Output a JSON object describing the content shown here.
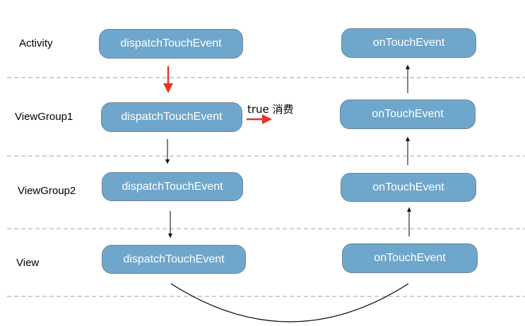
{
  "layers": [
    {
      "label": "Activity"
    },
    {
      "label": "ViewGroup1"
    },
    {
      "label": "ViewGroup2"
    },
    {
      "label": "View"
    }
  ],
  "dispatch_nodes": [
    {
      "label": "dispatchTouchEvent"
    },
    {
      "label": "dispatchTouchEvent"
    },
    {
      "label": "dispatchTouchEvent"
    },
    {
      "label": "dispatchTouchEvent"
    }
  ],
  "handler_nodes": [
    {
      "label": "onTouchEvent"
    },
    {
      "label": "onTouchEvent"
    },
    {
      "label": "onTouchEvent"
    },
    {
      "label": "onTouchEvent"
    }
  ],
  "consume_note": "true 消费",
  "colors": {
    "node_fill": "#6fa7cc",
    "node_border": "#6e8591",
    "node_text": "#ffffff",
    "highlight_arrow": "#e8312a",
    "arrow": "#000000",
    "divider": "#b4b4b4"
  }
}
